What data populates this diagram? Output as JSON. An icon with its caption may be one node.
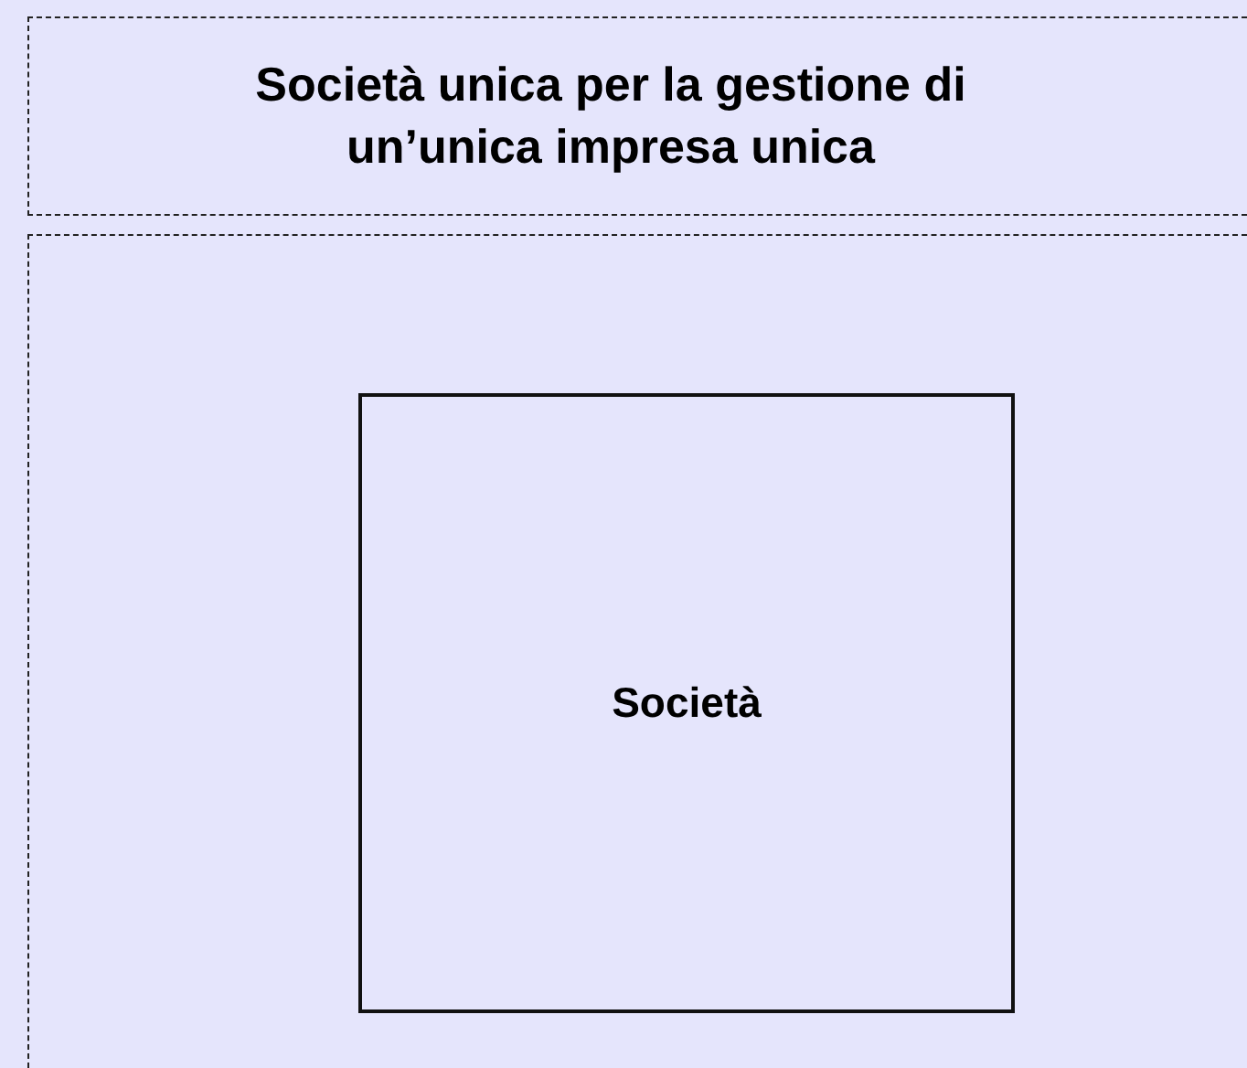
{
  "diagram": {
    "nodes": [
      {
        "text": [
          "Società unica per la gestione di un’unica impresa unica"
        ]
      },
      {
        "text": [],
        "shape": "box"
      },
      {
        "text": [
          "Società"
        ],
        "in": 1
      }
    ]
  }
}
